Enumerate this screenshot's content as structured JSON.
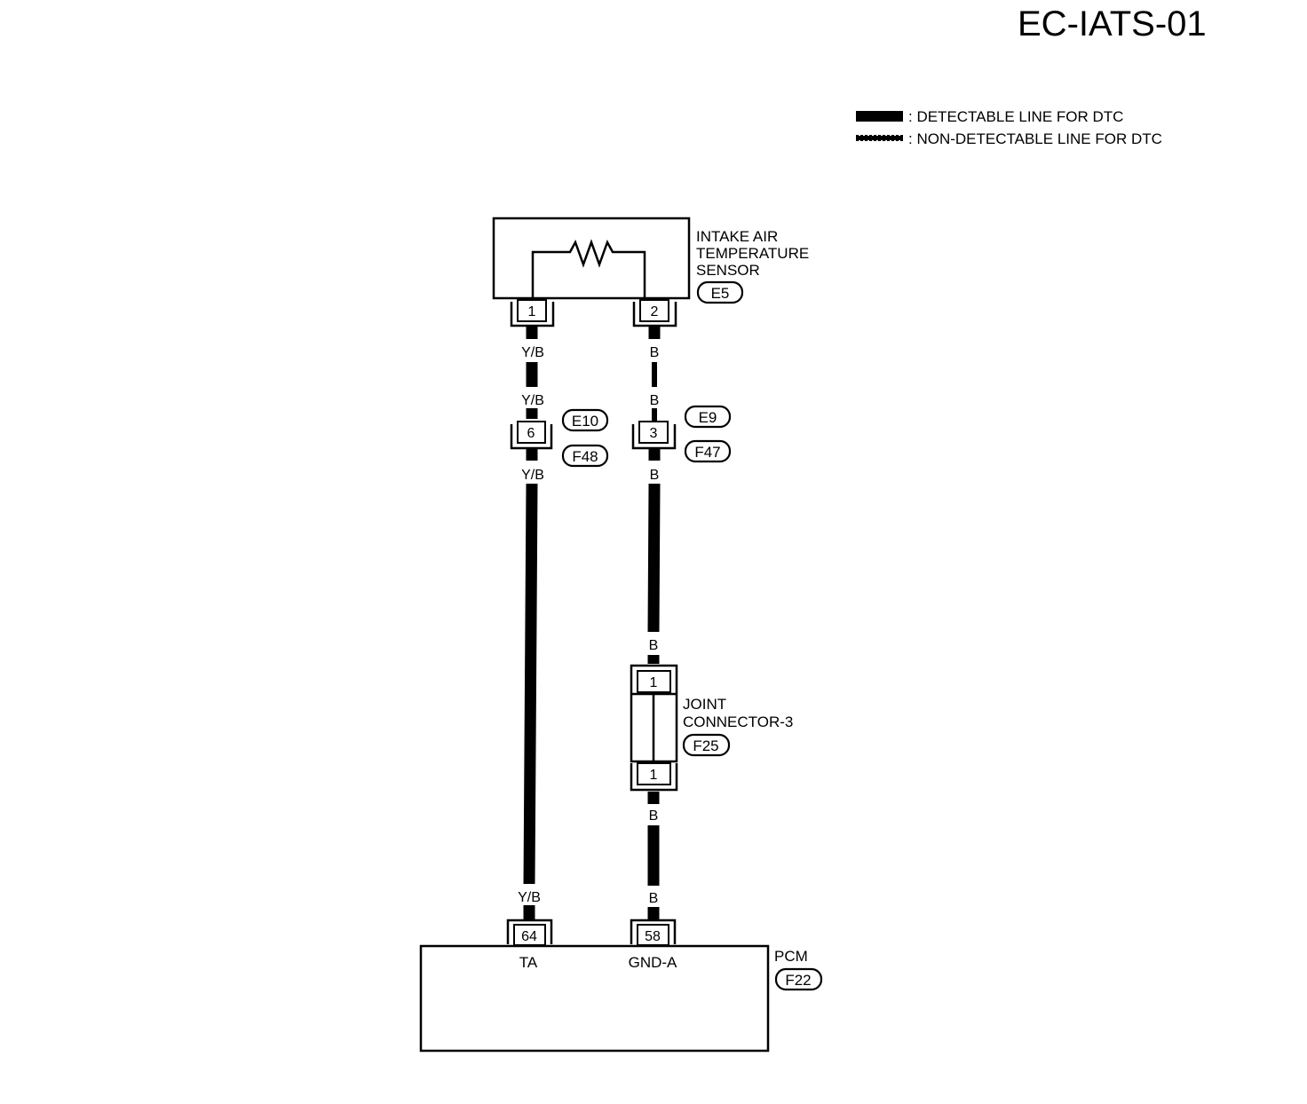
{
  "page_code": "EC-IATS-01",
  "legend": {
    "detectable": ": DETECTABLE LINE FOR DTC",
    "non_detectable": ": NON-DETECTABLE LINE FOR DTC"
  },
  "sensor": {
    "line1": "INTAKE AIR",
    "line2": "TEMPERATURE",
    "line3": "SENSOR",
    "connector": "E5",
    "pin_left": "1",
    "pin_right": "2"
  },
  "wires": {
    "signal_color": "Y/B",
    "ground_color": "B"
  },
  "harness_left": {
    "pin": "6",
    "upper_connector": "E10",
    "lower_connector": "F48"
  },
  "harness_right": {
    "pin": "3",
    "upper_connector": "E9",
    "lower_connector": "F47"
  },
  "joint": {
    "line1": "JOINT",
    "line2": "CONNECTOR-3",
    "connector": "F25",
    "pin_top": "1",
    "pin_bottom": "1"
  },
  "pcm": {
    "label": "PCM",
    "connector": "F22",
    "pin_ta": "64",
    "pin_gnd": "58",
    "terminal_ta": "TA",
    "terminal_gnd": "GND-A"
  },
  "colors": {
    "line": "#000000",
    "background": "#ffffff"
  }
}
